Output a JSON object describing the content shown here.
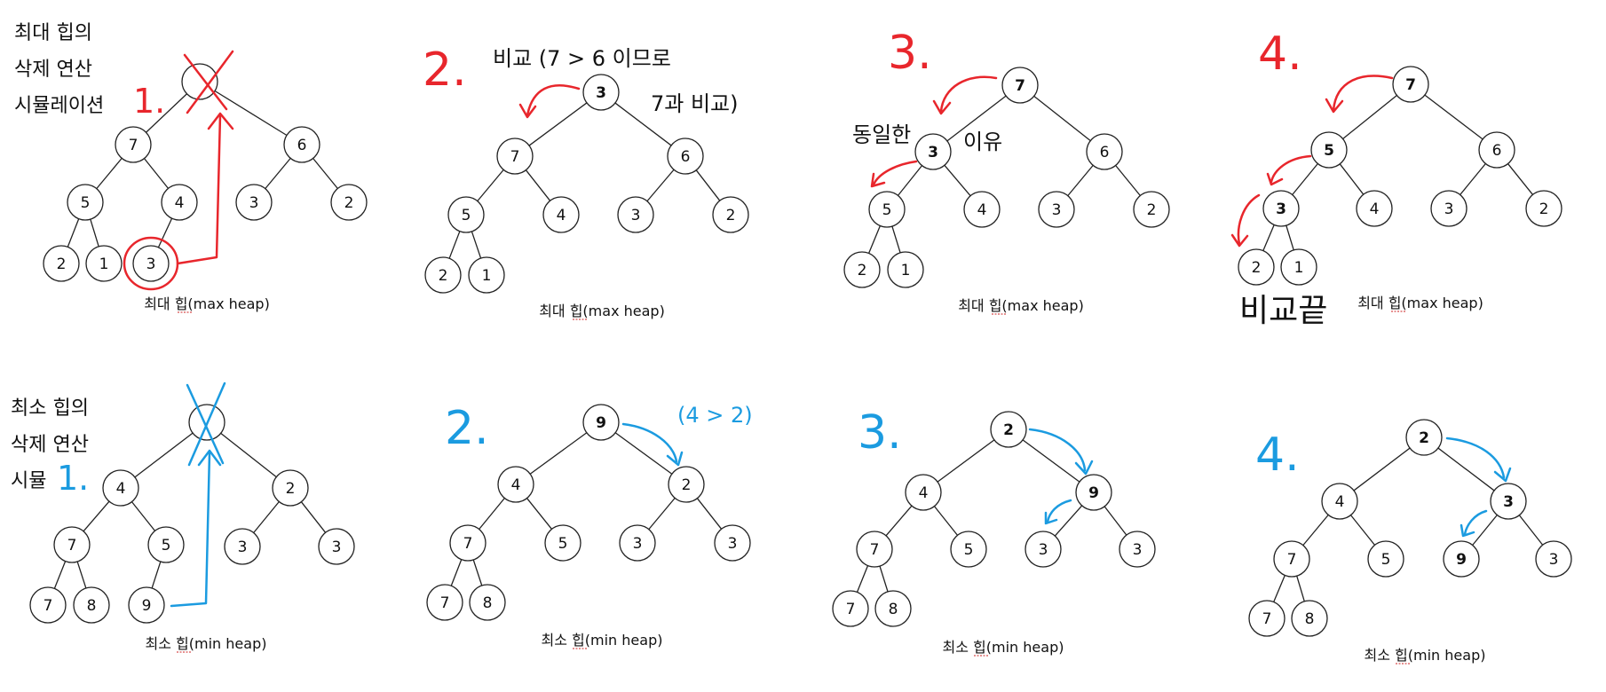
{
  "colors": {
    "red": "#e8262c",
    "blue": "#1b9be0",
    "ink": "#111111"
  },
  "side_titles": {
    "max": [
      "최대 힙의",
      "삭제 연산",
      "시뮬레이션"
    ],
    "min": [
      "최소 힙의",
      "삭제 연산",
      "시뮬"
    ]
  },
  "captions": {
    "max": "최대 힙(max heap)",
    "min": "최소 힙(min heap)"
  },
  "max_panels": [
    {
      "step": "1.",
      "nodes": {
        "A": "",
        "B": "7",
        "C": "6",
        "D": "5",
        "E": "4",
        "F": "3",
        "G": "2",
        "H": "2",
        "I": "1",
        "J": "3"
      }
    },
    {
      "step": "2.",
      "nodes": {
        "A": "3",
        "B": "7",
        "C": "6",
        "D": "5",
        "E": "4",
        "F": "3",
        "G": "2",
        "H": "2",
        "I": "1"
      }
    },
    {
      "step": "3.",
      "nodes": {
        "A": "7",
        "B": "3",
        "C": "6",
        "D": "5",
        "E": "4",
        "F": "3",
        "G": "2",
        "H": "2",
        "I": "1"
      }
    },
    {
      "step": "4.",
      "nodes": {
        "A": "7",
        "B": "5",
        "C": "6",
        "D": "3",
        "E": "4",
        "F": "3",
        "G": "2",
        "H": "2",
        "I": "1"
      }
    }
  ],
  "min_panels": [
    {
      "step": "1.",
      "nodes": {
        "A": "",
        "B": "4",
        "C": "2",
        "D": "7",
        "E": "5",
        "F": "3",
        "G": "3",
        "H": "7",
        "I": "8",
        "J": "9"
      }
    },
    {
      "step": "2.",
      "nodes": {
        "A": "9",
        "B": "4",
        "C": "2",
        "D": "7",
        "E": "5",
        "F": "3",
        "G": "3",
        "H": "7",
        "I": "8"
      }
    },
    {
      "step": "3.",
      "nodes": {
        "A": "2",
        "B": "4",
        "C": "9",
        "D": "7",
        "E": "5",
        "F": "3",
        "G": "3",
        "H": "7",
        "I": "8"
      }
    },
    {
      "step": "4.",
      "nodes": {
        "A": "2",
        "B": "4",
        "C": "3",
        "D": "7",
        "E": "5",
        "F": "9",
        "G": "3",
        "H": "7",
        "I": "8"
      }
    }
  ],
  "annotations": {
    "max2_line1": "비교 (7 > 6 이므로",
    "max2_line2": "7과 비교)",
    "max3_same": "동일한",
    "max3_reason": "이유",
    "max4_done": "비교끝",
    "min2_compare": "(4 > 2)"
  }
}
